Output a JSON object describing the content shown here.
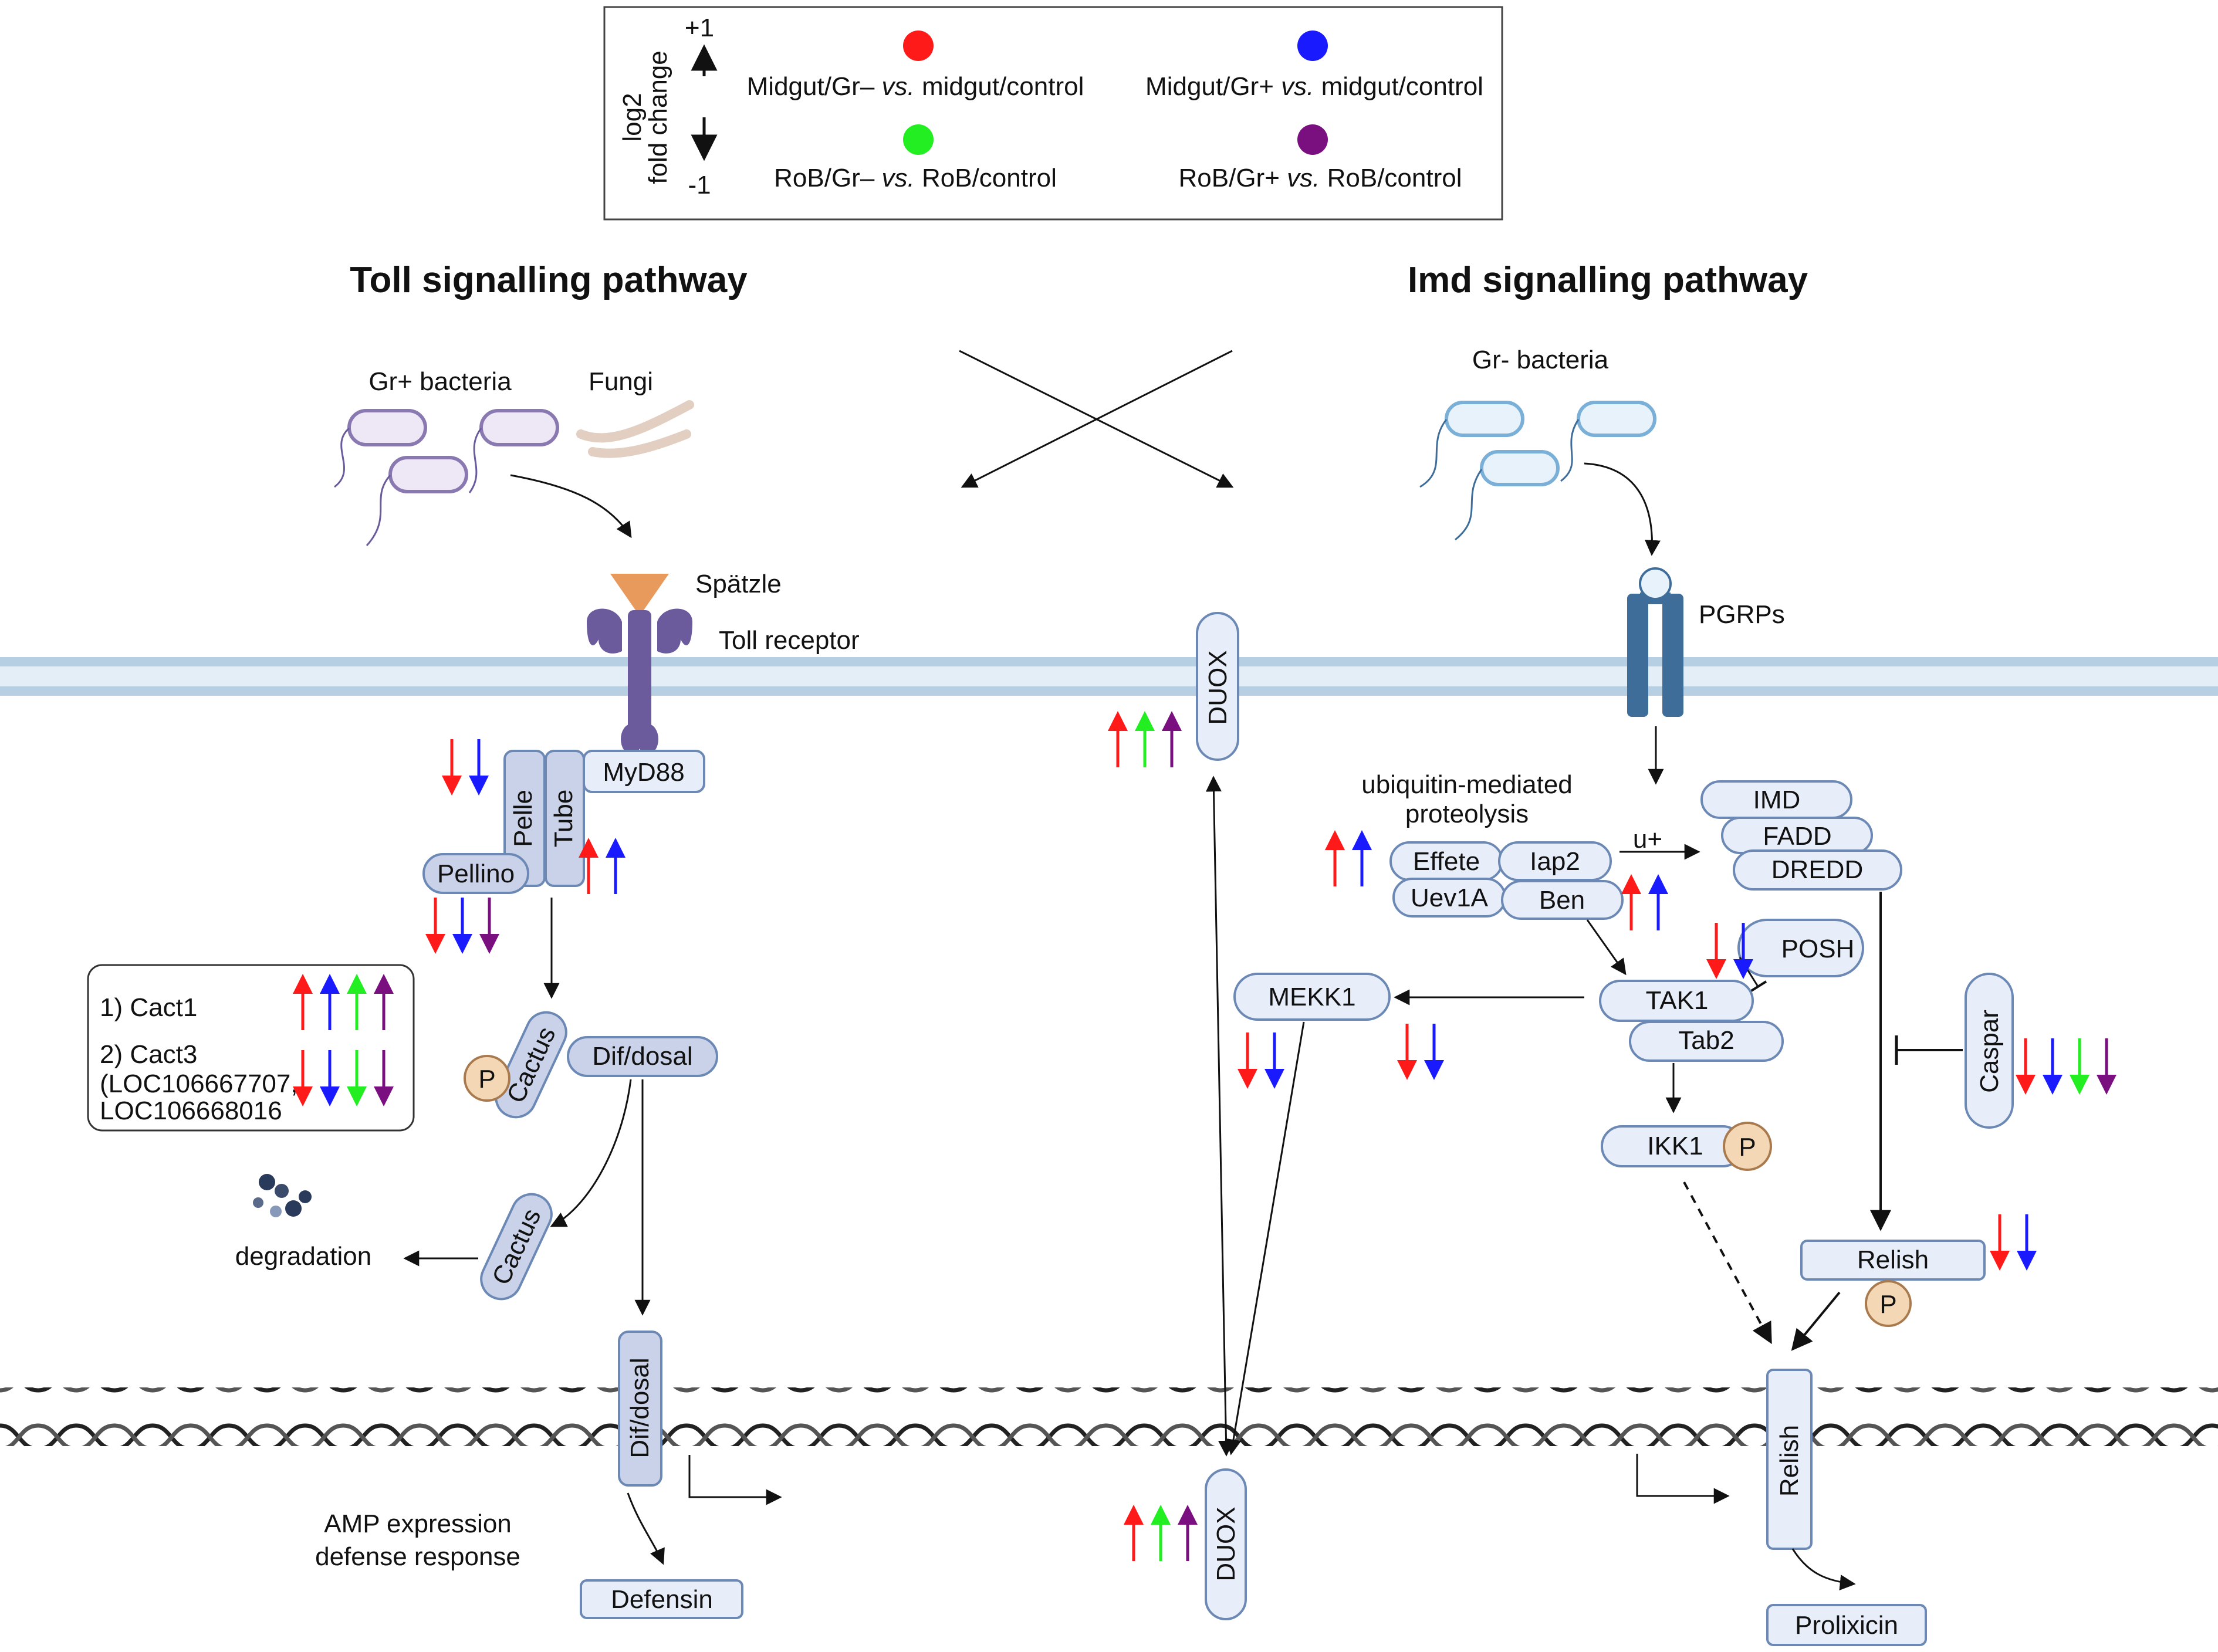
{
  "legend": {
    "scale_top": "+1",
    "scale_bottom": "-1",
    "scale_label_1": "log2",
    "scale_label_2": "fold change",
    "items": [
      {
        "color": "#ff1a1a",
        "prefix": "Midgut/Gr– ",
        "vs": "vs.",
        "suffix": " midgut/control"
      },
      {
        "color": "#1a1aff",
        "prefix": "Midgut/Gr+ ",
        "vs": "vs.",
        "suffix": " midgut/control"
      },
      {
        "color": "#22ee22",
        "prefix": "RoB/Gr– ",
        "vs": "vs.",
        "suffix": " RoB/control"
      },
      {
        "color": "#7a1080",
        "prefix": "RoB/Gr+ ",
        "vs": "vs.",
        "suffix": " RoB/control"
      }
    ]
  },
  "colors": {
    "red": "#ff1a1a",
    "blue": "#1a1aff",
    "green": "#22ee22",
    "purple": "#7a1080",
    "node_fill_light": "#e7eef9",
    "node_fill_dark": "#c9d2e8",
    "node_stroke": "#6c88b4",
    "toll_purple": "#6b5a9c",
    "spatzle_orange": "#e89a5c",
    "pgrp_blue": "#3f6d9a",
    "membrane": "#b7cfe2"
  },
  "toll": {
    "title": "Toll signalling pathway",
    "gr_pos_bacteria": "Gr+ bacteria",
    "fungi": "Fungi",
    "spatzle": "Spätzle",
    "toll_receptor": "Toll receptor",
    "myd88": "MyD88",
    "pelle": "Pelle",
    "tube": "Tube",
    "pellino": "Pellino",
    "cactus": "Cactus",
    "cactus2": "Cactus",
    "dif_dosal": "Dif/dosal",
    "dif_dosal_nuclear": "Dif/dosal",
    "degradation": "degradation",
    "amp_line1": "AMP expression",
    "amp_line2": "defense response",
    "defensin": "Defensin",
    "p_label": "P",
    "cact_box": {
      "cact1": "1) Cact1",
      "cact3_line1": "2) Cact3",
      "cact3_line2": "(LOC106667707,",
      "cact3_line3": "LOC106668016"
    }
  },
  "duox": {
    "top": "DUOX",
    "bottom": "DUOX"
  },
  "imd": {
    "title": "Imd signalling pathway",
    "gr_neg_bacteria": "Gr- bacteria",
    "pgrps": "PGRPs",
    "ubiq_line1": "ubiquitin-mediated",
    "ubiq_line2": "proteolysis",
    "effete": "Effete",
    "iap2": "Iap2",
    "uev1a": "Uev1A",
    "ben": "Ben",
    "u_plus": "u+",
    "imd": "IMD",
    "fadd": "FADD",
    "dredd": "DREDD",
    "posh": "POSH",
    "mekk1": "MEKK1",
    "tak1": "TAK1",
    "tab2": "Tab2",
    "ikk1": "IKK1",
    "caspar": "Caspar",
    "relish": "Relish",
    "relish_nuclear": "Relish",
    "prolixicin": "Prolixicin",
    "p_label": "P"
  },
  "fold_changes": {
    "duox_top": [
      "up-red",
      "up-green",
      "up-purple"
    ],
    "pelle_tube": [
      "down-red",
      "down-blue"
    ],
    "tube_myd88": [
      "up-red",
      "up-blue"
    ],
    "pellino": [
      "down-red",
      "down-blue",
      "down-purple"
    ],
    "cact1": [
      "up-red",
      "up-blue",
      "up-green",
      "up-purple"
    ],
    "cact3": [
      "down-red",
      "down-blue",
      "down-green",
      "down-purple"
    ],
    "effete": [
      "up-red",
      "up-blue"
    ],
    "ben": [
      "up-red",
      "up-blue"
    ],
    "posh": [
      "down-red",
      "down-blue"
    ],
    "mekk1": [
      "down-red",
      "down-blue"
    ],
    "tak1_left": [
      "down-red",
      "down-blue"
    ],
    "caspar": [
      "down-red",
      "down-blue",
      "down-green",
      "down-purple"
    ],
    "relish": [
      "down-red",
      "down-blue"
    ],
    "duox_bottom": [
      "up-red",
      "up-green",
      "up-purple"
    ]
  }
}
